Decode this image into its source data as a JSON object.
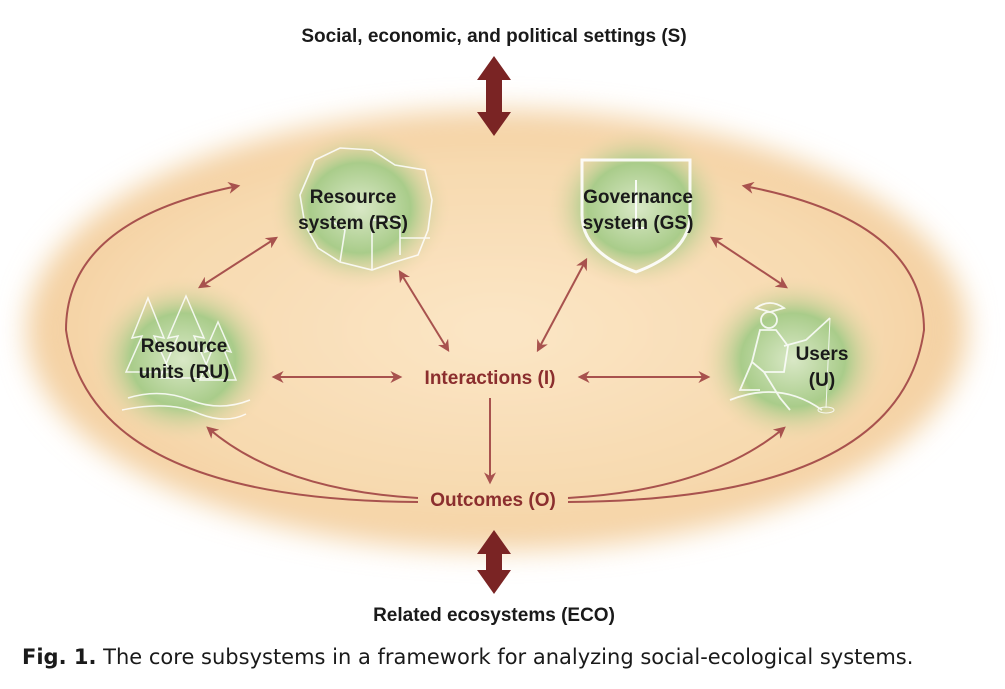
{
  "diagram": {
    "top_label": "Social, economic, and political settings (S)",
    "bottom_label": "Related ecosystems (ECO)",
    "nodes": {
      "rs": {
        "line1": "Resource",
        "line2": "system (RS)"
      },
      "gs": {
        "line1": "Governance",
        "line2": "system (GS)"
      },
      "ru": {
        "line1": "Resource",
        "line2": "units (RU)"
      },
      "u": {
        "line1": "Users",
        "line2": "(U)"
      }
    },
    "interactions": "Interactions (I)",
    "outcomes": "Outcomes (O)"
  },
  "caption": {
    "label": "Fig. 1.",
    "text": "The core subsystems in a framework for analyzing social-ecological systems."
  },
  "colors": {
    "arrow": "#a8524e",
    "dark_arrow": "#7a2424",
    "ellipse": "#f7dcb4",
    "glow": "#9cc27c",
    "center_text": "#8b2e2e"
  }
}
